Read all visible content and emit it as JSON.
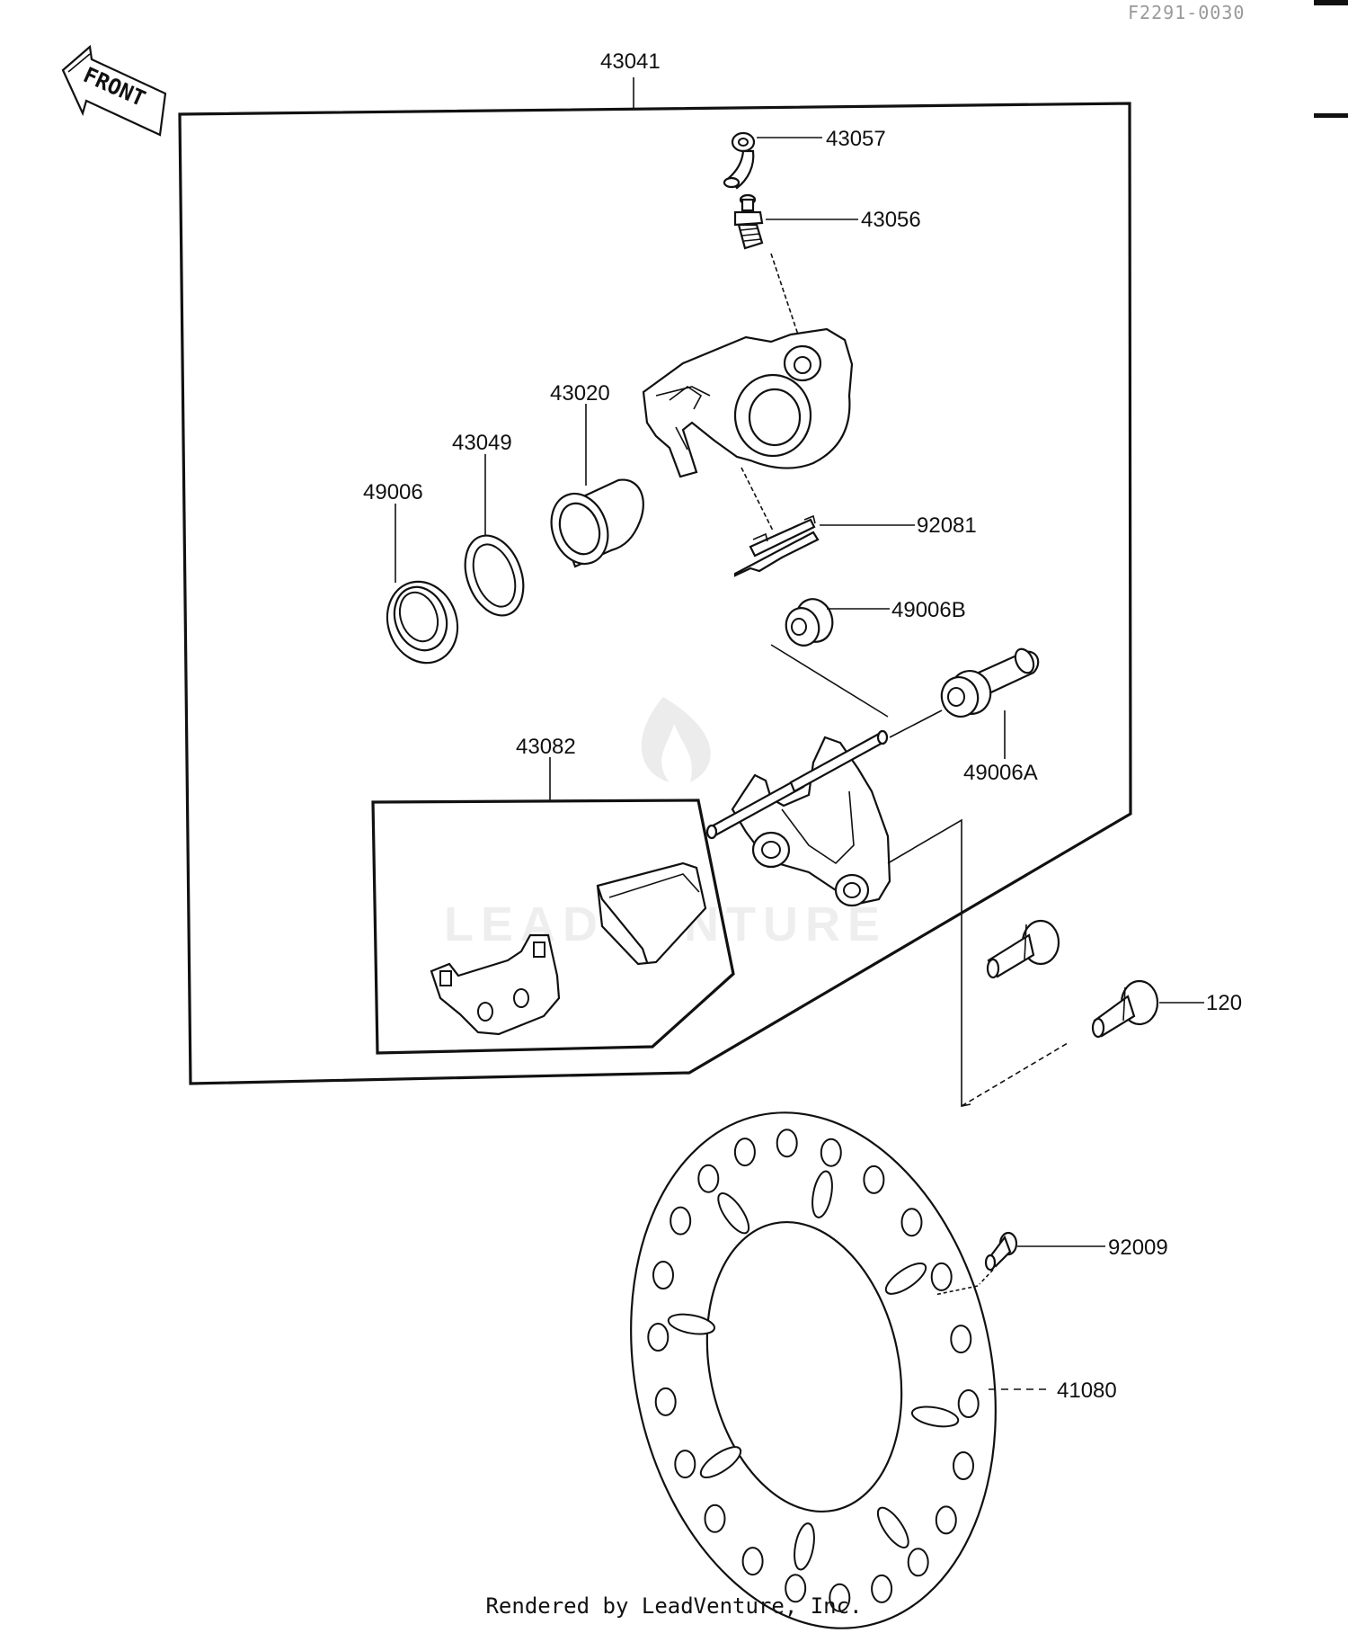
{
  "header": {
    "code": "F2291-0030"
  },
  "front_label": "FRONT",
  "watermark": "LEADVENTURE",
  "callouts": {
    "c43041": "43041",
    "c43057": "43057",
    "c43056": "43056",
    "c43020": "43020",
    "c43049": "43049",
    "c49006": "49006",
    "c92081": "92081",
    "c49006b": "49006B",
    "c49006a": "49006A",
    "c43082": "43082",
    "c120": "120",
    "c92009": "92009",
    "c41080": "41080"
  },
  "footer": {
    "text": "Rendered by LeadVenture, Inc."
  }
}
